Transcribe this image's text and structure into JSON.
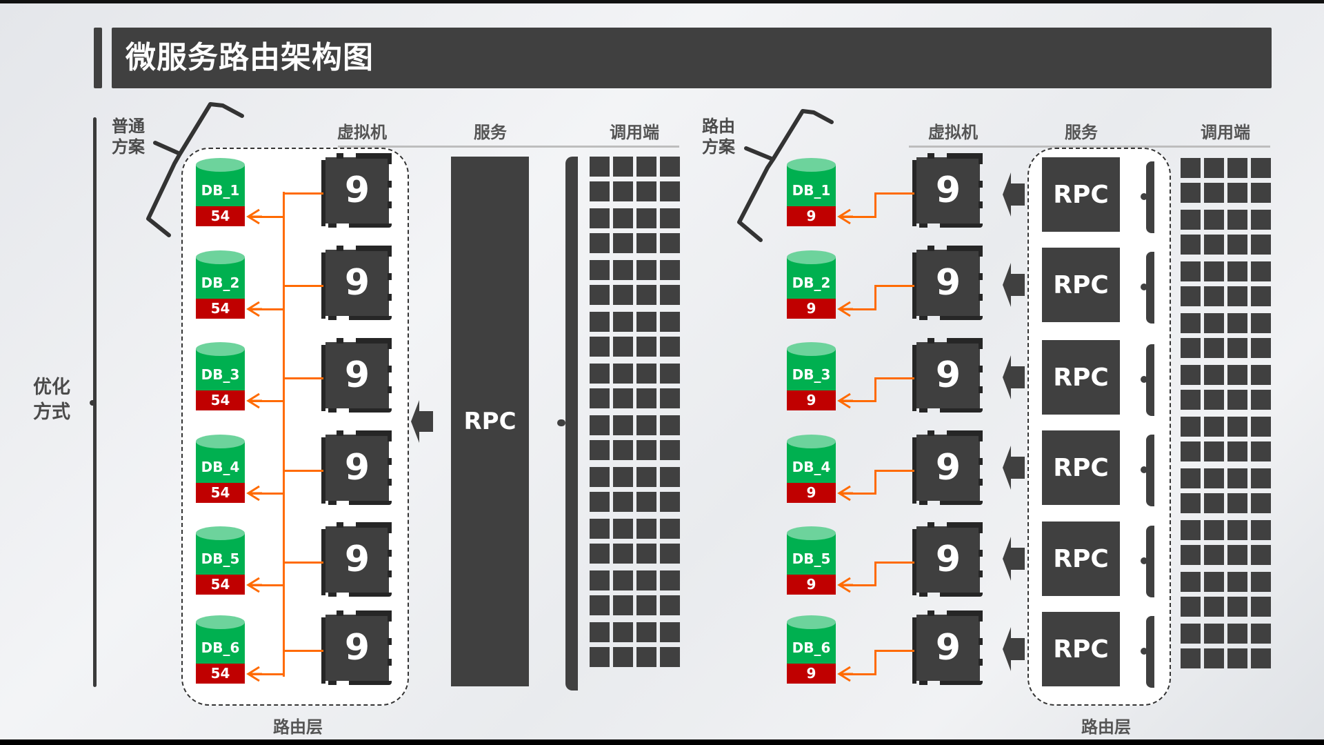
{
  "title": "微服务路由架构图",
  "side_label": "优化\n方式",
  "side_label_lines": [
    "优化",
    "方式"
  ],
  "left_panel": {
    "scheme_label_lines": [
      "普通",
      "方案"
    ],
    "headers": {
      "vm": "虚拟机",
      "service": "服务",
      "caller": "调用端"
    },
    "router_label": "路由层",
    "databases": [
      {
        "name": "DB_1",
        "count": "54"
      },
      {
        "name": "DB_2",
        "count": "54"
      },
      {
        "name": "DB_3",
        "count": "54"
      },
      {
        "name": "DB_4",
        "count": "54"
      },
      {
        "name": "DB_5",
        "count": "54"
      },
      {
        "name": "DB_6",
        "count": "54"
      }
    ],
    "vms": [
      "9",
      "9",
      "9",
      "9",
      "9",
      "9"
    ],
    "service_label": "RPC",
    "caller_grid": {
      "rows": 20,
      "cols": 4
    }
  },
  "right_panel": {
    "scheme_label_lines": [
      "路由",
      "方案"
    ],
    "headers": {
      "vm": "虚拟机",
      "service": "服务",
      "caller": "调用端"
    },
    "router_label": "路由层",
    "databases": [
      {
        "name": "DB_1",
        "count": "9"
      },
      {
        "name": "DB_2",
        "count": "9"
      },
      {
        "name": "DB_3",
        "count": "9"
      },
      {
        "name": "DB_4",
        "count": "9"
      },
      {
        "name": "DB_5",
        "count": "9"
      },
      {
        "name": "DB_6",
        "count": "9"
      }
    ],
    "vms": [
      "9",
      "9",
      "9",
      "9",
      "9",
      "9"
    ],
    "services": [
      "RPC",
      "RPC",
      "RPC",
      "RPC",
      "RPC",
      "RPC"
    ],
    "caller_grid": {
      "rows": 20,
      "cols": 4
    }
  },
  "colors": {
    "title_bg": "#404040",
    "db_green": "#00b050",
    "db_top": "#6dd39c",
    "db_count_red": "#c00000",
    "connector_orange": "#ff6a00",
    "block_dark": "#404040"
  }
}
